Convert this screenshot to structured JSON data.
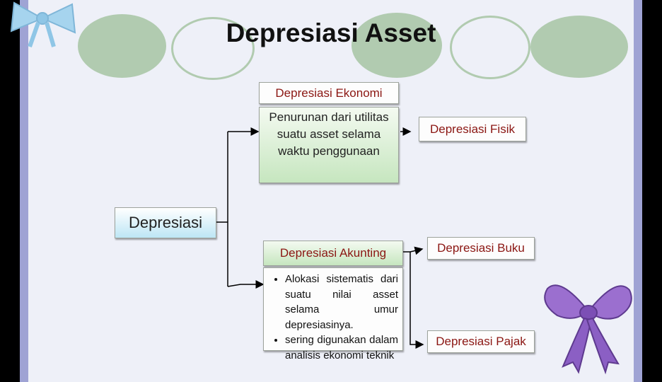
{
  "title": "Depresiasi Asset",
  "root": {
    "label": "Depresiasi"
  },
  "economic": {
    "heading": "Depresiasi Ekonomi",
    "description": "Penurunan dari utilitas suatu asset selama  waktu penggunaan",
    "child": "Depresiasi Fisik"
  },
  "accounting": {
    "heading": "Depresiasi Akunting",
    "bullets": [
      "Alokasi sistematis dari suatu nilai asset selama umur depresiasinya.",
      "sering digunakan dalam analisis ekonomi teknik"
    ],
    "children": [
      "Depresiasi Buku",
      "Depresiasi Pajak"
    ]
  },
  "colors": {
    "accent_text": "#8b1612",
    "green_fill": "#c6e6bf",
    "blue_fill": "#bde6f5",
    "frame": "#eef0f8",
    "stripe": "#9fa3d4",
    "oval": "#b1cbb0"
  },
  "icons": [
    "bow-ribbon-blue",
    "bow-ribbon-purple"
  ]
}
